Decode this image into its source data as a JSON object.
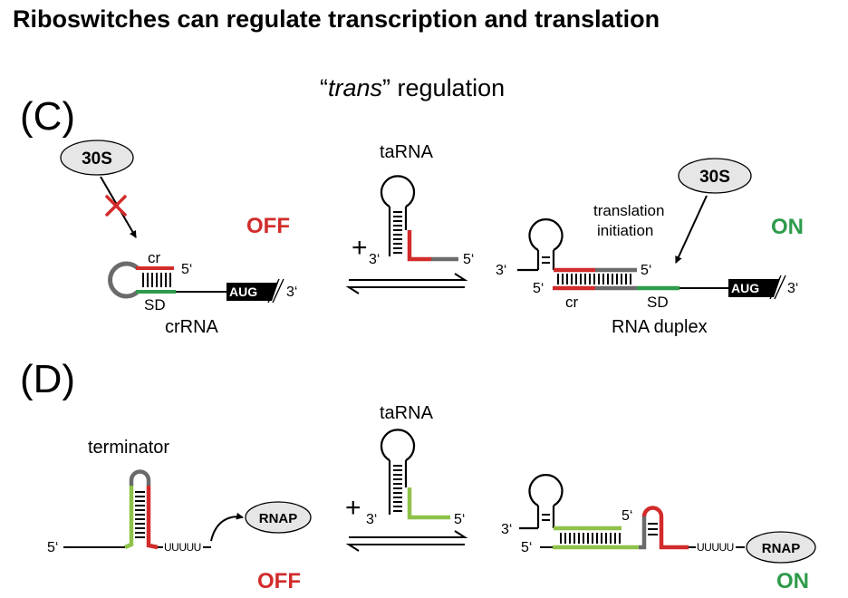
{
  "title": "Riboswitches can regulate transcription and translation",
  "subtitle_quote": "trans",
  "subtitle_rest": "” regulation",
  "subtitle_open": "“",
  "colors": {
    "red": "#d22b2b",
    "green": "#2e9b4a",
    "lightgreen": "#8fc24a",
    "grey": "#6b6b6b",
    "oval": "#e6e6e6"
  },
  "panel_c": {
    "label": "(C)",
    "ribosome": "30S",
    "state_left": "OFF",
    "state_right": "ON",
    "cr": "cr",
    "sd": "SD",
    "five_prime": "5‘",
    "three_prime": "3‘",
    "aug": "AUG",
    "left_name": "crRNA",
    "ta_name": "taRNA",
    "plus": "+",
    "translation_line1": "translation",
    "translation_line2": "initiation",
    "right_name": "RNA duplex",
    "cr_right": "cr",
    "sd_right": "SD"
  },
  "panel_d": {
    "label": "(D)",
    "terminator": "terminator",
    "polyU": "UUUUU",
    "rnap": "RNAP",
    "state_left": "OFF",
    "state_right": "ON",
    "ta_name": "taRNA",
    "plus": "+",
    "five_prime": "5‘",
    "three_prime": "3‘"
  }
}
